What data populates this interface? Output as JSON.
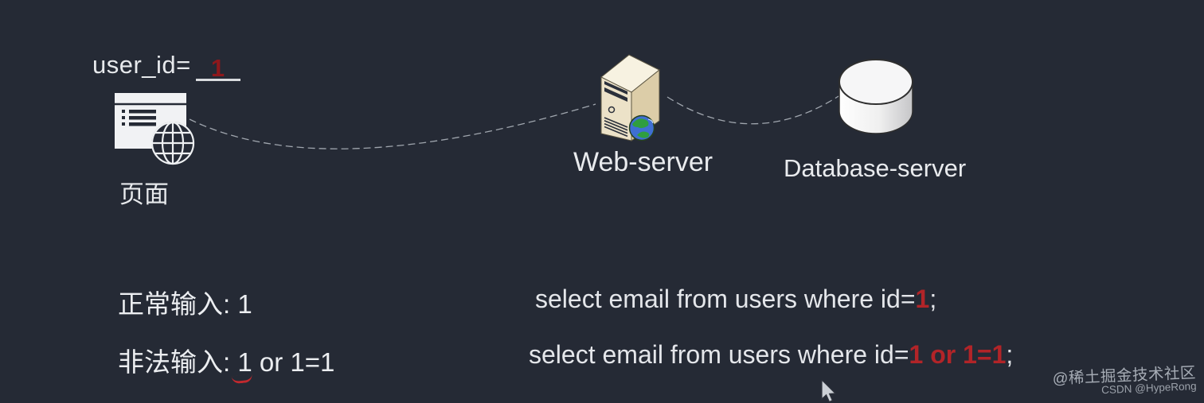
{
  "diagram": {
    "user_annotation": {
      "prefix": "user_id=",
      "value": "1"
    },
    "page": {
      "label": "页面"
    },
    "web_server": {
      "label": "Web-server"
    },
    "database_server": {
      "label": "Database-server"
    }
  },
  "examples": {
    "normal_input": {
      "label": "正常输入: 1"
    },
    "illegal_input": {
      "prefix": "非法输入: ",
      "underlined": "1",
      "suffix": " or 1=1"
    },
    "sql_normal": {
      "prefix": "select email from users where id=",
      "injected": "1",
      "suffix": ";"
    },
    "sql_illegal": {
      "prefix": "select email from users where id=",
      "injected": "1 or 1=1",
      "suffix": ";"
    }
  },
  "watermark": {
    "line1": "@稀土掘金技术社区",
    "line2": "CSDN @HypeRong"
  },
  "colors": {
    "background": "#252a35",
    "text": "#e7e9ec",
    "sql_red": "#b22428",
    "annotation_red": "#8e181c",
    "underline_red": "#c2292e"
  }
}
